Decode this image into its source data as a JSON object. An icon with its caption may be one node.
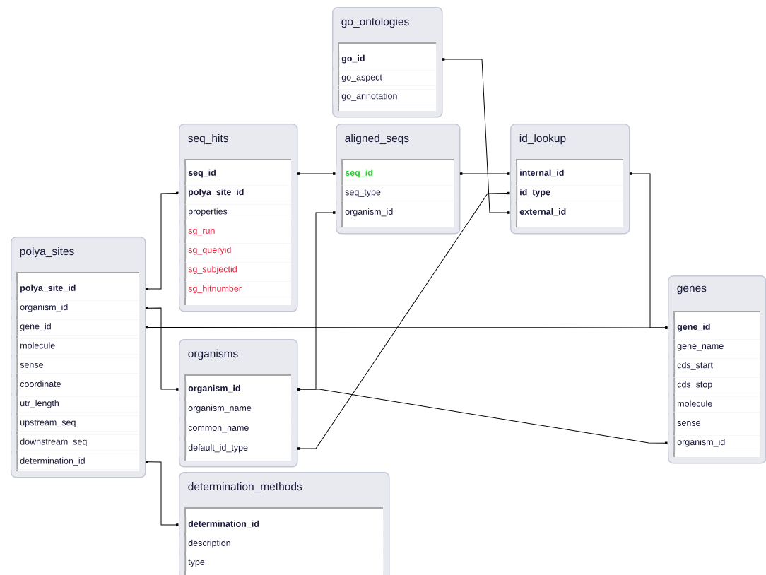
{
  "diagram": {
    "nodes": [
      {
        "text": [
          "go_ontologies"
        ]
      },
      {
        "text": [
          "go_id"
        ],
        "in": 0
      },
      {
        "text": [
          "go_aspect"
        ],
        "in": 0
      },
      {
        "text": [
          "go_annotation"
        ],
        "in": 0
      },
      {
        "text": [
          "seq_hits"
        ]
      },
      {
        "text": [
          "seq_id"
        ],
        "in": 4
      },
      {
        "text": [
          "polya_site_id"
        ],
        "in": 4
      },
      {
        "text": [
          "properties"
        ],
        "in": 4
      },
      {
        "text": [
          "sg_run"
        ],
        "in": 4
      },
      {
        "text": [
          "sg_queryid"
        ],
        "in": 4
      },
      {
        "text": [
          "sg_subjectid"
        ],
        "in": 4
      },
      {
        "text": [
          "sg_hitnumber"
        ],
        "in": 4
      },
      {
        "text": [
          "aligned_seqs"
        ]
      },
      {
        "text": [
          "seq_id"
        ],
        "in": 12
      },
      {
        "text": [
          "seq_type"
        ],
        "in": 12
      },
      {
        "text": [
          "organism_id"
        ],
        "in": 12
      },
      {
        "text": [
          "id_lookup"
        ]
      },
      {
        "text": [
          "internal_id"
        ],
        "in": 16
      },
      {
        "text": [
          "id_type"
        ],
        "in": 16
      },
      {
        "text": [
          "external_id"
        ],
        "in": 16
      },
      {
        "text": [
          "polya_sites"
        ]
      },
      {
        "text": [
          "polya_site_id"
        ],
        "in": 20
      },
      {
        "text": [
          "organism_id"
        ],
        "in": 20
      },
      {
        "text": [
          "gene_id"
        ],
        "in": 20
      },
      {
        "text": [
          "molecule"
        ],
        "in": 20
      },
      {
        "text": [
          "sense"
        ],
        "in": 20
      },
      {
        "text": [
          "coordinate"
        ],
        "in": 20
      },
      {
        "text": [
          "utr_length"
        ],
        "in": 20
      },
      {
        "text": [
          "upstream_seq"
        ],
        "in": 20
      },
      {
        "text": [
          "downstream_seq"
        ],
        "in": 20
      },
      {
        "text": [
          "determination_id"
        ],
        "in": 20
      },
      {
        "text": [
          "genes"
        ]
      },
      {
        "text": [
          "gene_id"
        ],
        "in": 31
      },
      {
        "text": [
          "gene_name"
        ],
        "in": 31
      },
      {
        "text": [
          "cds_start"
        ],
        "in": 31
      },
      {
        "text": [
          "cds_stop"
        ],
        "in": 31
      },
      {
        "text": [
          "molecule"
        ],
        "in": 31
      },
      {
        "text": [
          "sense"
        ],
        "in": 31
      },
      {
        "text": [
          "organism_id"
        ],
        "in": 31
      },
      {
        "text": [
          "organisms"
        ]
      },
      {
        "text": [
          "organism_id"
        ],
        "in": 39
      },
      {
        "text": [
          "organism_name"
        ],
        "in": 39
      },
      {
        "text": [
          "common_name"
        ],
        "in": 39
      },
      {
        "text": [
          "default_id_type"
        ],
        "in": 39
      },
      {
        "text": [
          "determination_methods"
        ]
      },
      {
        "text": [
          "determination_id"
        ],
        "in": 44
      },
      {
        "text": [
          "description"
        ],
        "in": 44
      },
      {
        "text": [
          "type"
        ],
        "in": 44
      }
    ],
    "edges": [
      {
        "from": 5,
        "to": 13,
        "arrow": "other"
      },
      {
        "from": 21,
        "to": 6,
        "arrow": "other"
      },
      {
        "from": 22,
        "to": 40,
        "arrow": "other"
      },
      {
        "from": 23,
        "to": 32,
        "arrow": "other"
      },
      {
        "from": 30,
        "to": 45,
        "arrow": "other"
      },
      {
        "from": 13,
        "to": 17,
        "arrow": "other"
      },
      {
        "from": 1,
        "to": 19,
        "arrow": "other"
      },
      {
        "from": 15,
        "to": 40,
        "arrow": "other"
      },
      {
        "from": 43,
        "to": 18,
        "arrow": "other"
      },
      {
        "from": 40,
        "to": 38,
        "arrow": "other"
      },
      {
        "from": 17,
        "to": 32,
        "arrow": "other"
      }
    ]
  }
}
